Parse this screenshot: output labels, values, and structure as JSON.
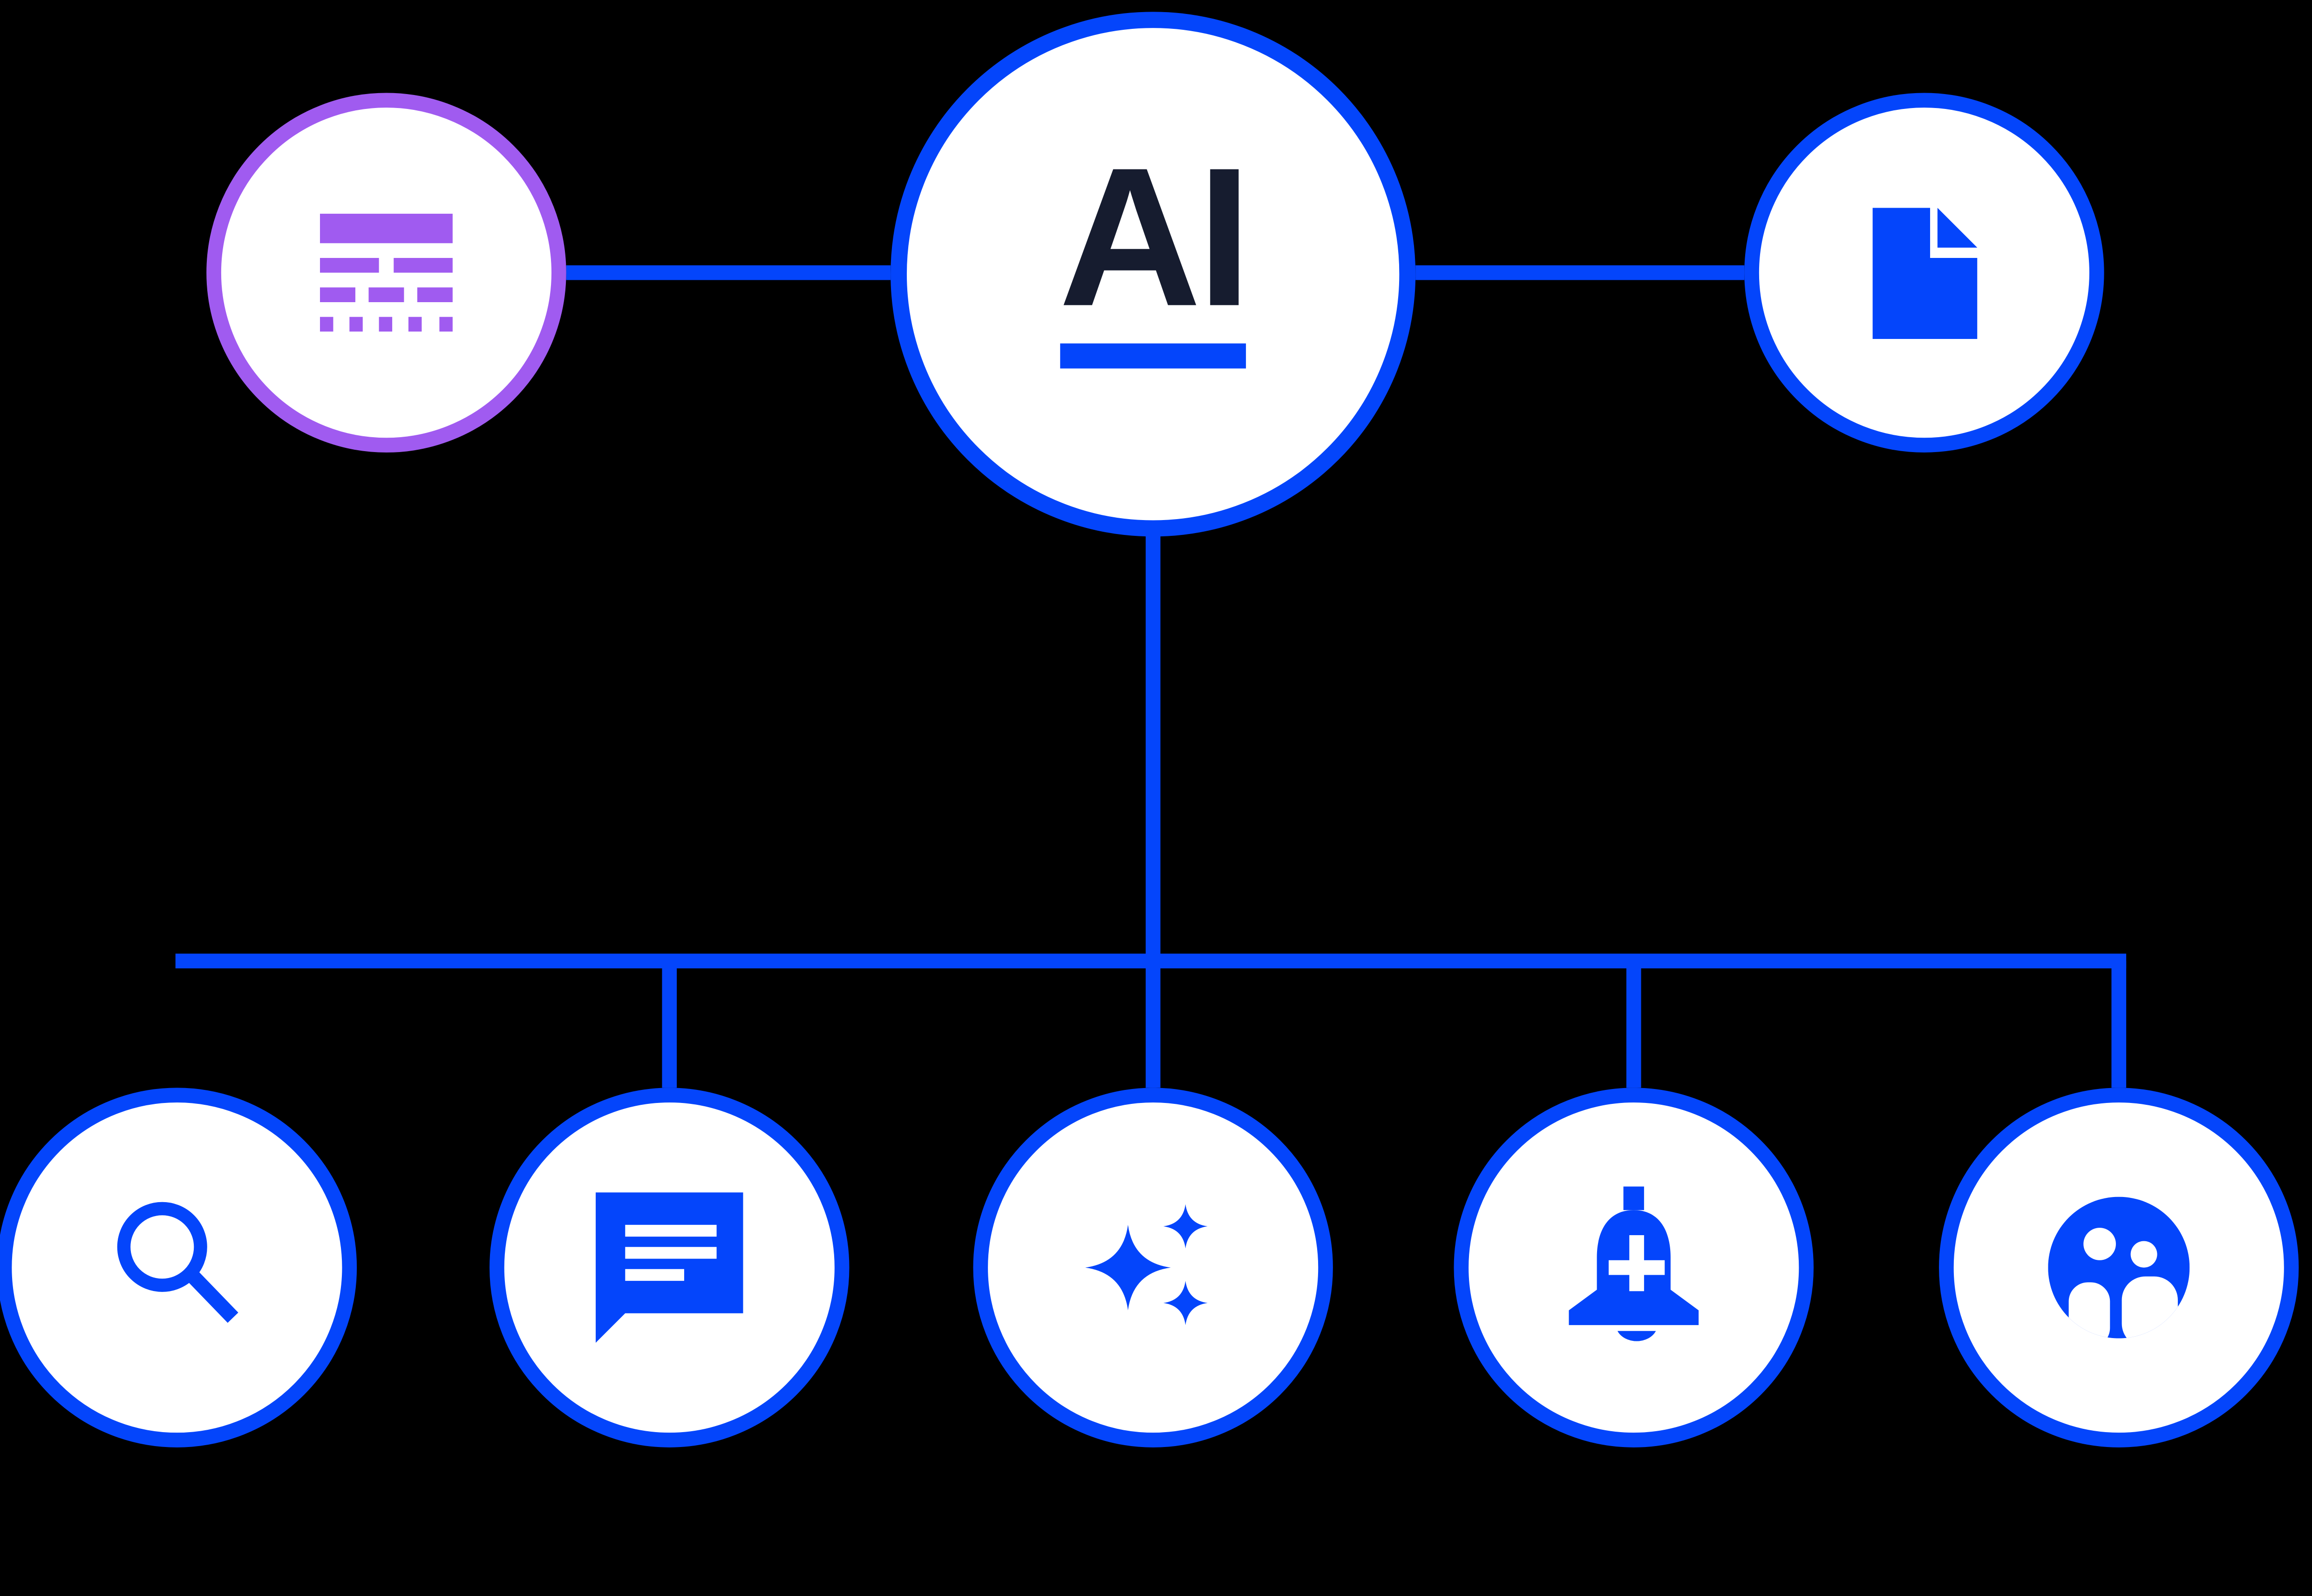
{
  "colors": {
    "bg": "#000000",
    "blue": "#0445FB",
    "purple": "#A05BF0",
    "navy": "#161C2F",
    "node_fill": "#FFFFFF"
  },
  "diagram": {
    "center_node": {
      "label": "AI",
      "icon": "ai-badge",
      "accent": "blue"
    },
    "top_nodes": [
      {
        "icon": "summarize-icon",
        "accent": "purple"
      },
      {
        "icon": "document-icon",
        "accent": "blue"
      }
    ],
    "bottom_nodes": [
      {
        "icon": "search-icon",
        "accent": "blue"
      },
      {
        "icon": "chat-icon",
        "accent": "blue"
      },
      {
        "icon": "sparkles-icon",
        "accent": "blue"
      },
      {
        "icon": "notification-add-icon",
        "accent": "blue"
      },
      {
        "icon": "people-icon",
        "accent": "blue"
      }
    ]
  }
}
